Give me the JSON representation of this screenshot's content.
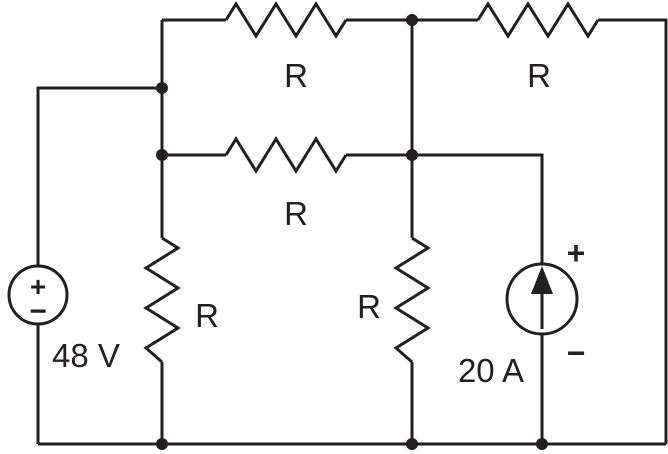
{
  "diagram": {
    "type": "circuit-schematic",
    "line_color": "#231f20",
    "background": "#ffffff",
    "resistors": [
      {
        "id": "top-left",
        "label": "R"
      },
      {
        "id": "top-right",
        "label": "R"
      },
      {
        "id": "middle",
        "label": "R"
      },
      {
        "id": "left-vertical",
        "label": "R"
      },
      {
        "id": "center-vertical",
        "label": "R"
      }
    ],
    "voltage_source": {
      "label": "48 V",
      "plus_symbol": "+",
      "minus_symbol": "−"
    },
    "current_source": {
      "label": "20 A",
      "plus_symbol": "+",
      "minus_symbol": "−"
    }
  }
}
